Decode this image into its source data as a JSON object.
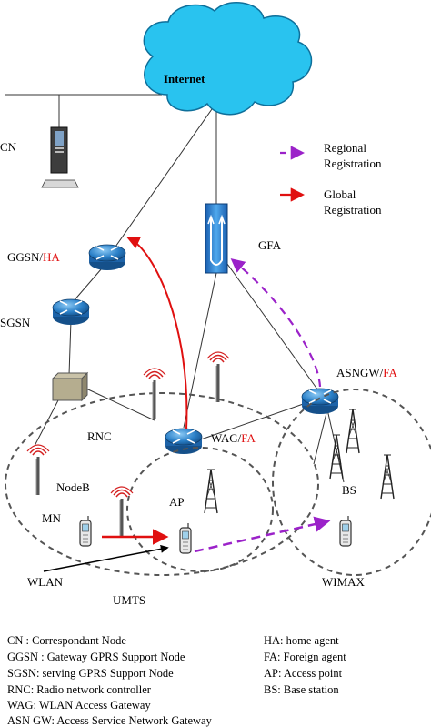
{
  "diagram": {
    "internet": "Internet",
    "cn": "CN",
    "gfa": "GFA",
    "ggsn": "GGSN/",
    "ggsn_ha": "HA",
    "sgsn": "SGSN",
    "rnc": "RNC",
    "wag": "WAG/",
    "wag_fa": "FA",
    "asngw": "ASNGW/",
    "asngw_fa": "FA",
    "nodeb": "NodeB",
    "ap": "AP",
    "mn": "MN",
    "bs": "BS",
    "wlan": "WLAN",
    "umts": "UMTS",
    "wimax": "WIMAX",
    "key_regional_1": "Regional",
    "key_regional_2": "Registration",
    "key_global_1": "Global",
    "key_global_2": "Registration"
  },
  "colors": {
    "cloud": "#29c3ef",
    "router": "#2a7fc7",
    "regional_arrow": "#9b22c9",
    "global_arrow": "#e01010",
    "gfa_box": "#2a88d8"
  },
  "legend": {
    "left": [
      "CN : Correspondant Node",
      "GGSN : Gateway GPRS Support Node",
      "SGSN: serving GPRS Support Node",
      "RNC: Radio network controller",
      "WAG: WLAN Access Gateway",
      "ASN GW: Access Service Network Gateway"
    ],
    "right": [
      "HA: home agent",
      "FA: Foreign agent",
      "AP: Access point",
      "BS: Base station"
    ]
  }
}
